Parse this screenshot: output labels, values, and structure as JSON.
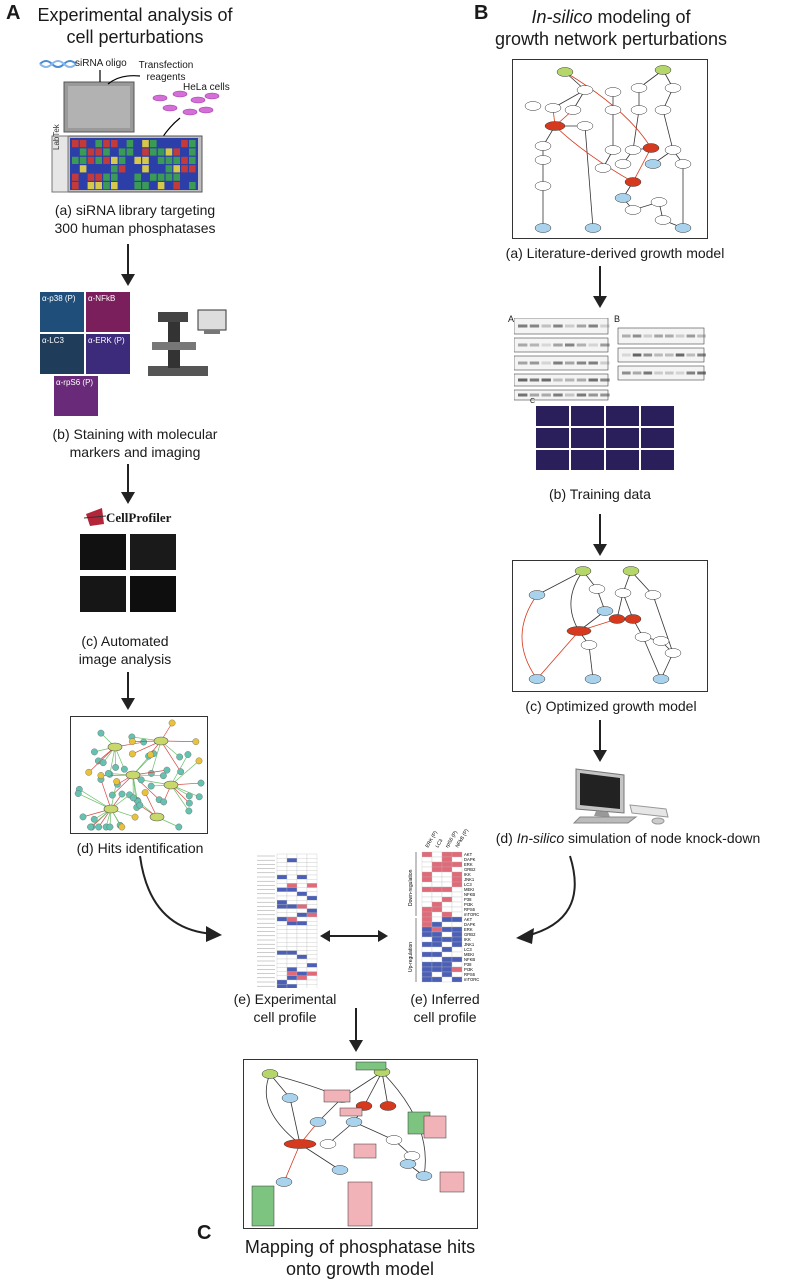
{
  "panel_a": {
    "letter": "A",
    "title_line1": "Experimental analysis of",
    "title_line2": "cell perturbations",
    "lib_labels": {
      "oligo": "siRNA oligo",
      "transfection_line1": "Transfection",
      "transfection_line2": "reagents",
      "hela": "HeLa cells",
      "labtek": "LabTek"
    },
    "step_a_line1": "(a) siRNA library targeting",
    "step_a_line2": "300 human phosphatases",
    "stain_labels": [
      "α-p38 (P)",
      "α-NFkB",
      "α-LC3",
      "α-ERK (P)",
      "α-rpS6 (P)"
    ],
    "step_b_line1": "(b) Staining with molecular",
    "step_b_line2": "markers and imaging",
    "cellprofiler": "CellProfiler",
    "step_c_line1": "(c) Automated",
    "step_c_line2": "image analysis",
    "step_d": "(d) Hits identification"
  },
  "panel_b": {
    "letter": "B",
    "title_line1_italic": "In-silico",
    "title_line1_rest": " modeling of",
    "title_line2": "growth network perturbations",
    "step_a": "(a) Literature-derived growth model",
    "step_b": "(b) Training data",
    "step_c": "(c) Optimized growth model",
    "step_d_prefix": "(d) ",
    "step_d_italic": "In-silico",
    "step_d_rest": " simulation of node knock-down",
    "blot_letters": [
      "A",
      "B",
      "C"
    ]
  },
  "profiles": {
    "experimental_line1": "(e) Experimental",
    "experimental_line2": "cell profile",
    "inferred_line1": "(e) Inferred",
    "inferred_line2": "cell profile",
    "inferred_columns": [
      "ERK (P)",
      "LC3",
      "rpS6 (P)",
      "NFkB (P)"
    ],
    "inferred_rows": [
      "AKT",
      "DAPK",
      "ERK",
      "GRB2",
      "IKK",
      "JNK1",
      "LC3",
      "MEKI",
      "NFKB",
      "P38",
      "PI3K",
      "RPS6",
      "mTORC",
      "AKT",
      "DAPK",
      "ERK",
      "GRB2",
      "IKK",
      "JNK1",
      "LC3",
      "MEKI",
      "NFKB",
      "P38",
      "PI3K",
      "RPS6",
      "mTORC"
    ],
    "down_regulation": "Down-regulation",
    "up_regulation": "Up-regulation"
  },
  "panel_c": {
    "letter": "C",
    "title_line1": "Mapping of phosphatase hits",
    "title_line2": "onto growth model"
  },
  "colors": {
    "red_node": "#d63a1e",
    "green_node": "#b5d66b",
    "blue_node": "#a9d2ec",
    "heat_red": "#e06a78",
    "heat_blue": "#4a5fb5",
    "hit_pink": "#f2b3b8",
    "hit_green": "#7cc47f"
  }
}
